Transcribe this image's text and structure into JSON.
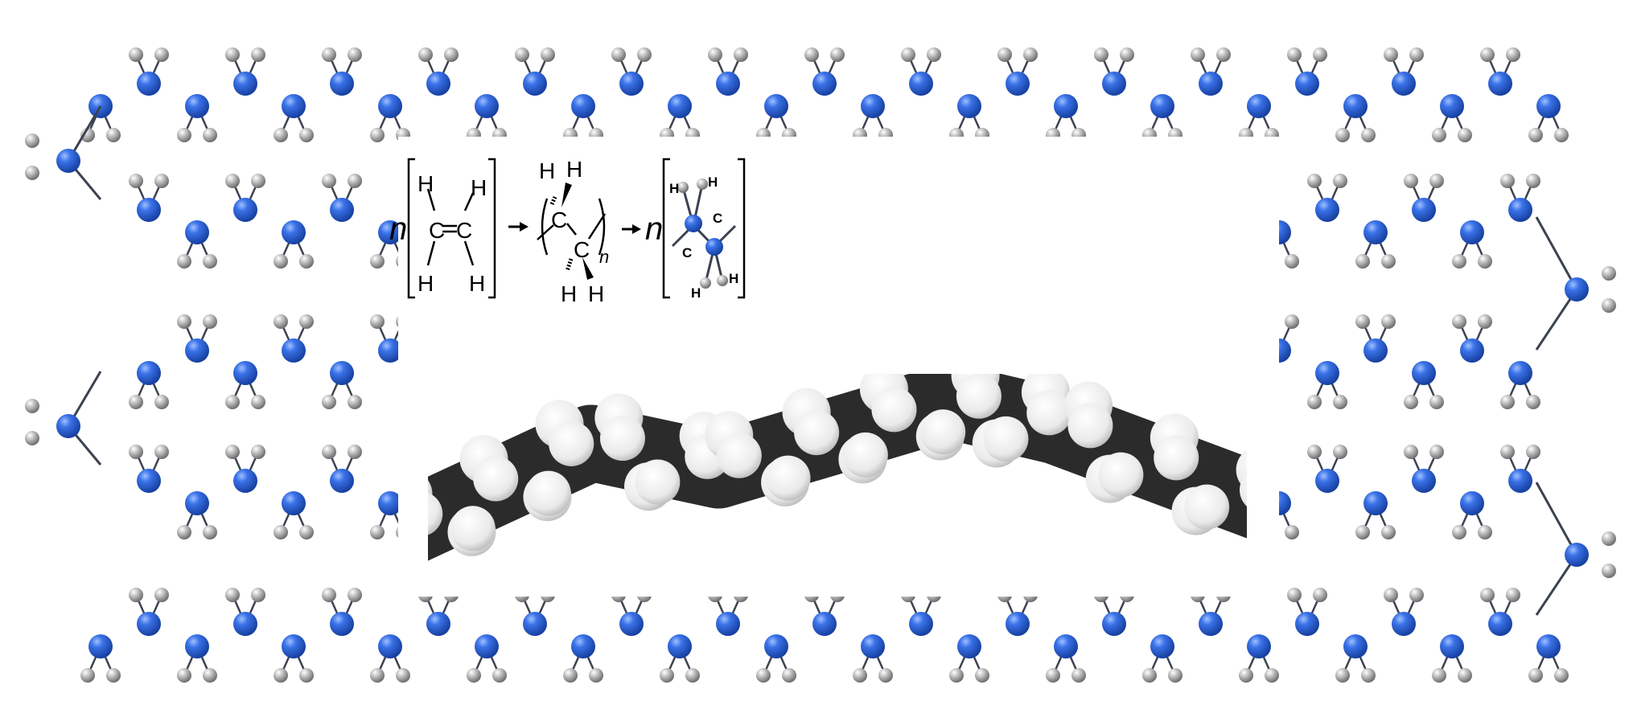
{
  "title": "Polyethylene polymerization",
  "formula": {
    "n_left": "n",
    "n_right": "n",
    "n_subscript": "n",
    "hydrogen": "H",
    "carbon": "C"
  },
  "colors": {
    "carbon": "#2a5fd8",
    "hydrogen": "#a8a8a8",
    "bond": "#3b4250",
    "spacefill_carbon": "#2b2b2b",
    "spacefill_hydrogen": "#f2f2f2"
  }
}
